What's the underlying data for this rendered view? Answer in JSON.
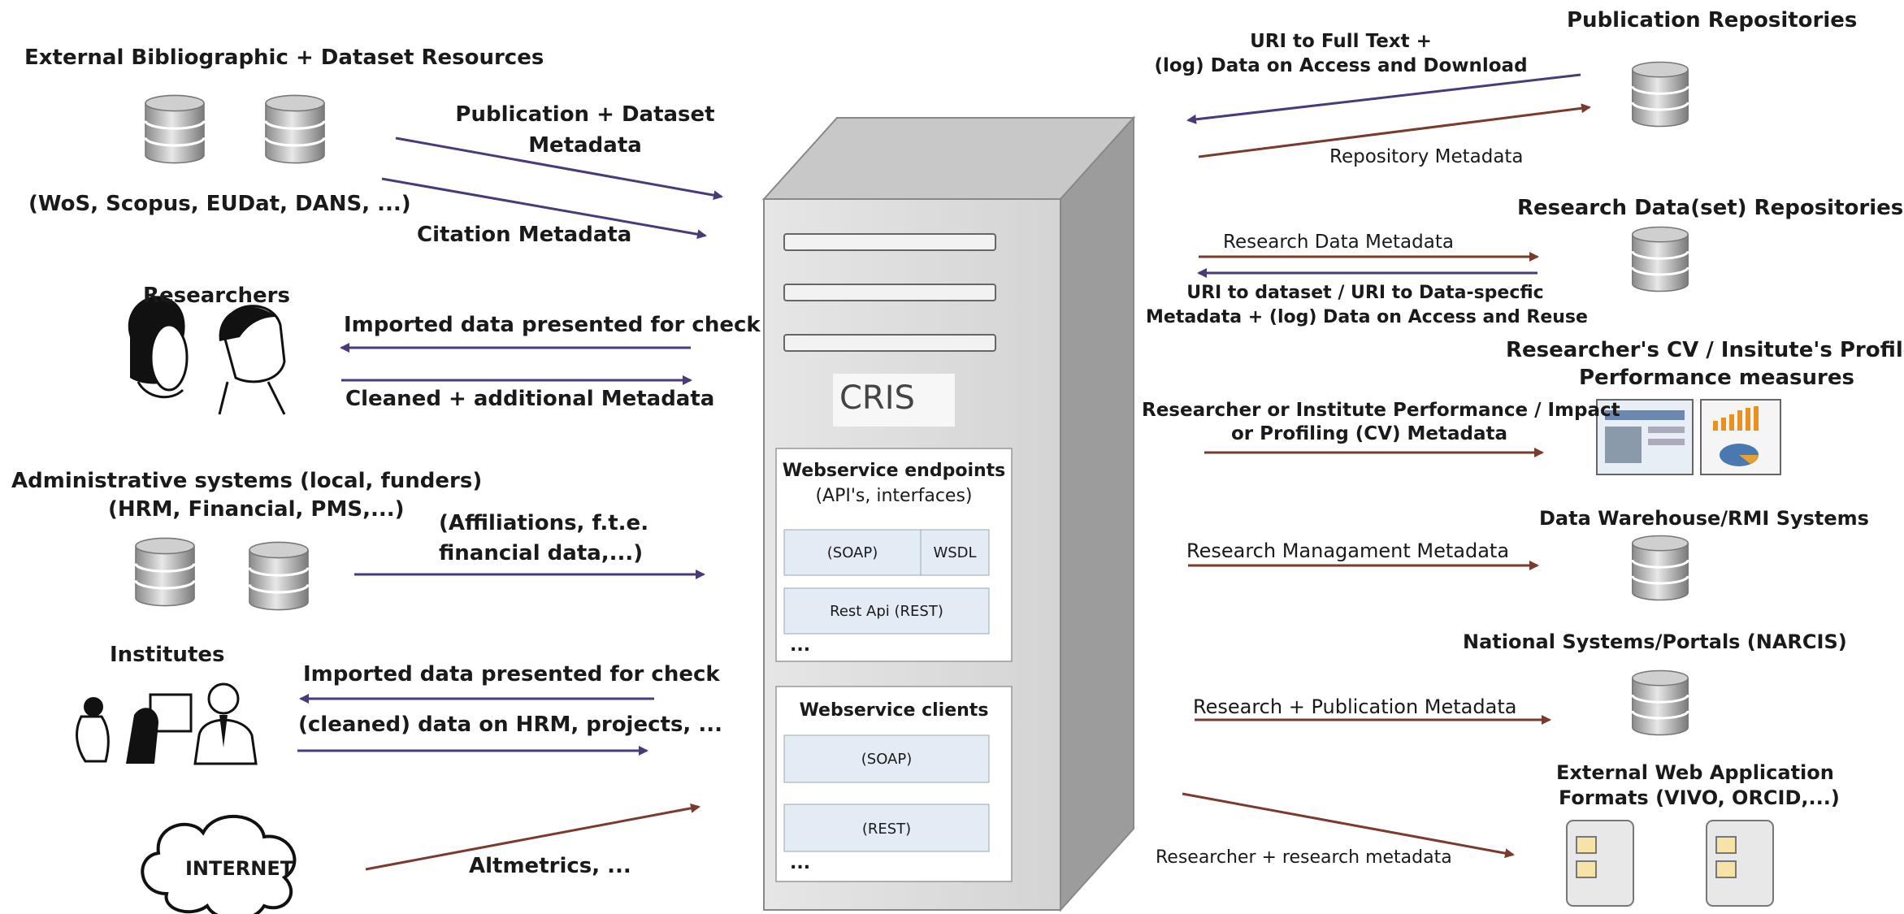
{
  "left": {
    "ext_title": "External Bibliographic + Dataset Resources",
    "ext_sub": "(WoS, Scopus, EUDat, DANS, ...)",
    "pub_meta_1": "Publication + Dataset",
    "pub_meta_2": "Metadata",
    "citation": "Citation Metadata",
    "researchers": "Researchers",
    "imported_check": "Imported data presented for check",
    "cleaned_meta": "Cleaned + additional Metadata",
    "admin_title": "Administrative systems (local, funders)",
    "admin_sub": "(HRM, Financial, PMS,...)",
    "affil_1": "(Affiliations, f.t.e.",
    "affil_2": "financial data,...)",
    "institutes": "Institutes",
    "imported_check_2": "Imported data presented for check",
    "cleaned_hrm": "(cleaned) data on HRM, projects, ...",
    "internet": "INTERNET",
    "altmetrics": "Altmetrics, ..."
  },
  "center": {
    "cris": "CRIS",
    "endpoints_title": "Webservice endpoints",
    "endpoints_sub": "(API's, interfaces)",
    "soap": "(SOAP)",
    "wsdl": "WSDL",
    "rest_api": "Rest Api (REST)",
    "ellipsis": "...",
    "clients_title": "Webservice clients",
    "client_soap": "(SOAP)",
    "client_rest": "(REST)"
  },
  "right": {
    "uri_full_1": "URI to Full Text +",
    "uri_full_2": "(log) Data on Access and Download",
    "pub_repos": "Publication Repositories",
    "repo_meta": "Repository Metadata",
    "data_repos": "Research Data(set) Repositories",
    "research_data_meta": "Research Data Metadata",
    "uri_dataset_1": "URI to dataset / URI to Data-specfic",
    "uri_dataset_2": "Metadata + (log) Data on Access and Reuse",
    "cv_title_1": "Researcher's CV / Insitute's Profiles",
    "cv_title_2": "Performance measures",
    "perf_1": "Researcher or Institute Performance / Impact",
    "perf_2": "or Profiling (CV) Metadata",
    "dw": "Data Warehouse/RMI Systems",
    "mgmt_meta": "Research Managament Metadata",
    "national": "National Systems/Portals (NARCIS)",
    "pub_meta": "Research + Publication Metadata",
    "ext_web_1": "External Web Application",
    "ext_web_2": "Formats  (VIVO, ORCID,...)",
    "res_meta": "Researcher + research metadata"
  },
  "colors": {
    "purple_arrow": "#4a3a7a",
    "brown_arrow": "#7a3a2e",
    "db_gray": "#9a9a9a",
    "server_gray": "#dcdcdc"
  }
}
